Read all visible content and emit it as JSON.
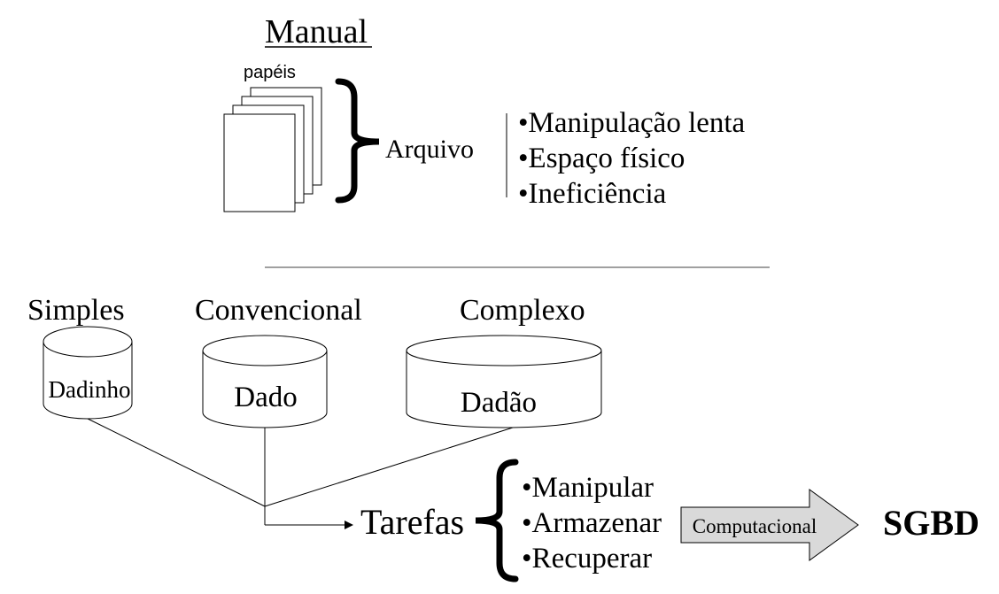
{
  "manual": {
    "title": "Manual",
    "papers_label": "papéis",
    "file_label": "Arquivo",
    "issues": [
      "•Manipulação lenta",
      "•Espaço físico",
      "•Ineficiência"
    ]
  },
  "databases": {
    "simple": {
      "caption": "Simples",
      "label": "Dadinho"
    },
    "conventional": {
      "caption": "Convencional",
      "label": "Dado"
    },
    "complex": {
      "caption": "Complexo",
      "label": "Dadão"
    }
  },
  "tasks": {
    "label": "Tarefas",
    "items": [
      "•Manipular",
      "•Armazenar",
      "•Recuperar"
    ]
  },
  "arrow_label": "Computacional",
  "result": "SGBD",
  "colors": {
    "arrow_fill": "#d9d9d9",
    "stroke": "#000000"
  }
}
